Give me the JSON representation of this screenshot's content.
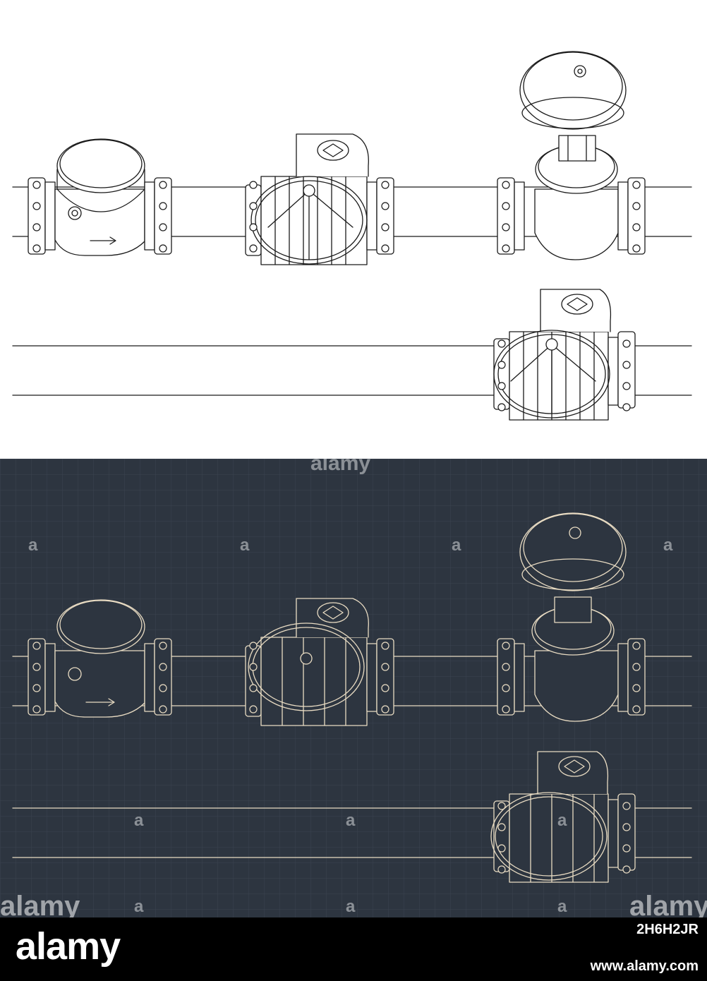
{
  "watermark": {
    "top": "alamy",
    "left": "alamy",
    "right": "alamy",
    "small_mark": "a"
  },
  "footer": {
    "logo": "alamy",
    "image_id": "2H6H2JR",
    "url": "www.alamy.com"
  },
  "colors": {
    "light_bg": "#ffffff",
    "light_line": "#1a1a1a",
    "dark_bg": "#2d3540",
    "dark_line": "#e9dcc3",
    "footer_bg": "#000000"
  }
}
